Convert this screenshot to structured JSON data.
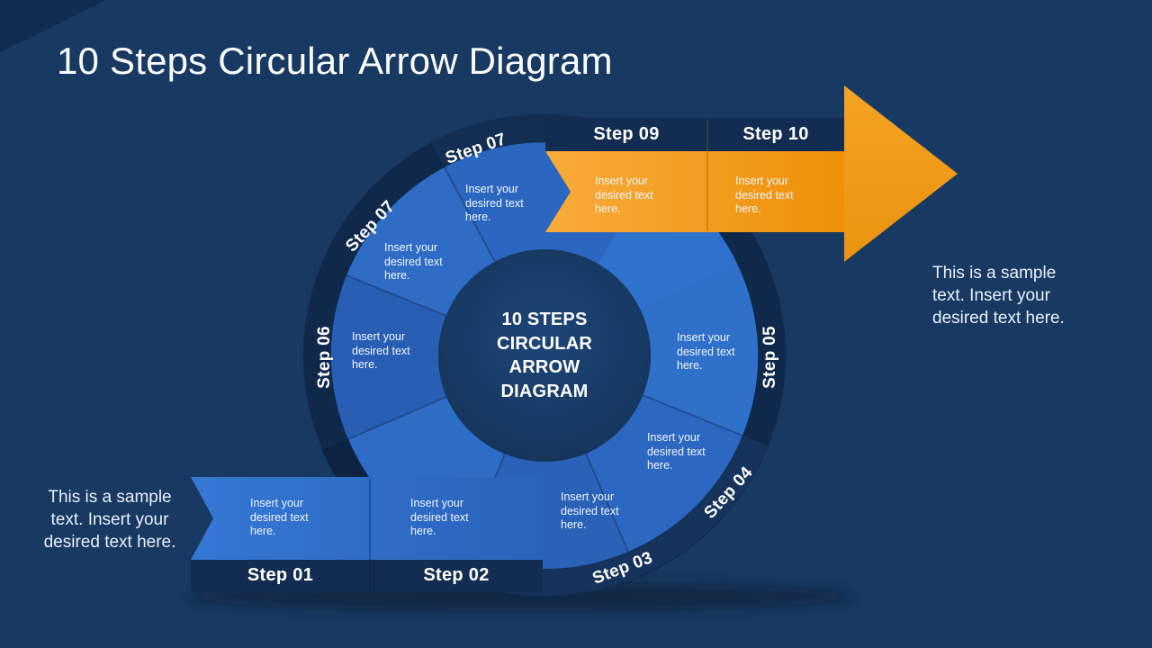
{
  "slide": {
    "title": "10 Steps Circular Arrow Diagram",
    "center_label": "10 STEPS CIRCULAR ARROW DIAGRAM",
    "placeholder_text": "Insert your desired text here.",
    "left_note": "This is a sample text. Insert your desired text here.",
    "right_note": "This is a sample text. Insert your desired text here.",
    "bottom_band": {
      "step1": "Step 01",
      "step2": "Step 02"
    },
    "top_band": {
      "step9": "Step 09",
      "step10": "Step 10"
    },
    "ring": {
      "step3": "Step 03",
      "step4": "Step 04",
      "step5": "Step 05",
      "step6": "Step 06",
      "step7": "Step 07",
      "step7_top": "Step 07"
    }
  },
  "colors": {
    "background": "#183962",
    "corner_accent": "#122c50",
    "ring_dark": "#10284a",
    "header_navy": "#122c52",
    "segment_blue": "#2a65be",
    "segment_blue_bright": "#3070cc",
    "accent_orange": "#f5a127",
    "accent_orange_deep": "#ee9008",
    "text": "#ffffff"
  }
}
